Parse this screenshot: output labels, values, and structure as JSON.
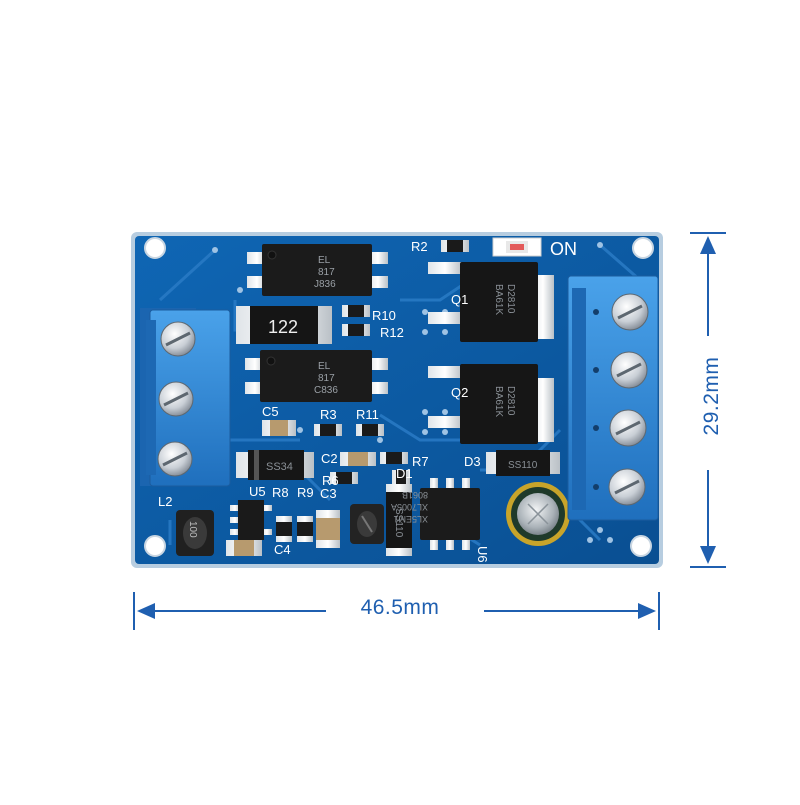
{
  "dimensions": {
    "width_label": "46.5mm",
    "height_label": "29.2mm"
  },
  "silkscreen": {
    "power_label": "ON",
    "designators": [
      "R2",
      "R10",
      "R12",
      "R3",
      "R11",
      "R6",
      "R7",
      "C5",
      "C2",
      "C3",
      "C4",
      "L2",
      "U5",
      "R8",
      "R9",
      "D1",
      "D3",
      "Q1",
      "Q2",
      "U6"
    ],
    "resistor_code": "122"
  },
  "chip_markings": {
    "optocoupler_top": [
      "EL",
      "817",
      "J836"
    ],
    "optocoupler_bottom": [
      "EL",
      "817",
      "C836"
    ],
    "mosfet_top": [
      "D2810",
      "BA61K"
    ],
    "mosfet_bottom": [
      "D2810",
      "BA61K"
    ],
    "regulator": [
      "XL5EM1",
      "XL7005A",
      "8061B"
    ],
    "diode_ss34": "SS34",
    "diode_ss110_right": "SS110",
    "diode_ss110_bottom": "SS110",
    "inductor_code": "100"
  },
  "colors": {
    "pcb": "#0f5ea8",
    "pcb_edge": "#a9c4dc",
    "terminal": "#2e86d6",
    "dimension": "#1f5fb0"
  }
}
